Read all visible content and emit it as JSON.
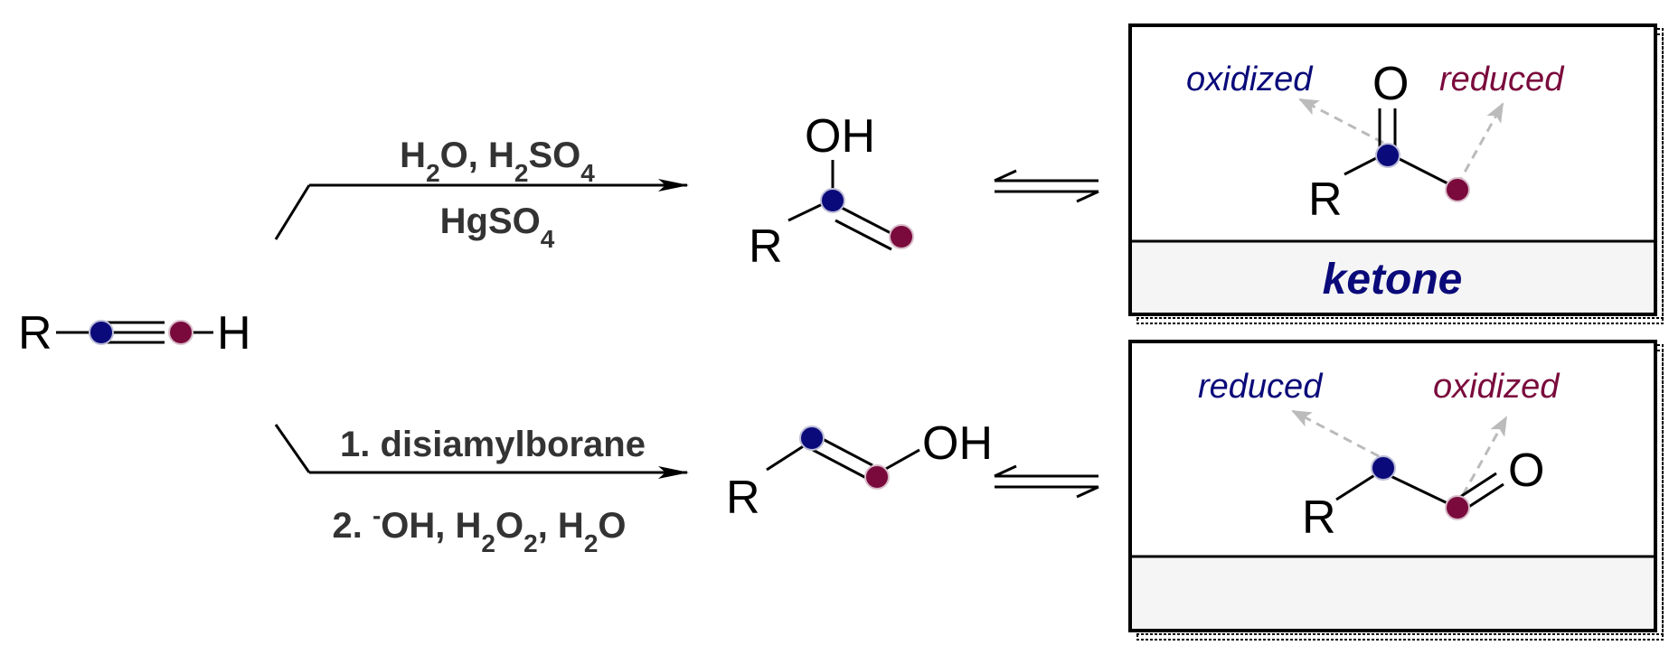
{
  "colors": {
    "atom_blue": "#0a0a7a",
    "atom_maroon": "#7a0a3c",
    "hint_arrow": "#bbbbbb",
    "box_footer_bg": "#f5f5f5",
    "reagent_text": "#333333"
  },
  "starting_material": {
    "r_label": "R",
    "h_label": "H"
  },
  "top_route": {
    "reagent_line1": {
      "a": "H",
      "a_sub": "2",
      "b": "O, H",
      "b_sub": "2",
      "c": "SO",
      "c_sub": "4"
    },
    "reagent_line2": {
      "a": "HgSO",
      "a_sub": "4"
    },
    "enol": {
      "oh_label": "OH",
      "r_label": "R"
    },
    "product_box": {
      "o_label": "O",
      "r_label": "R",
      "left_label": "oxidized",
      "right_label": "reduced",
      "class_label": "ketone"
    }
  },
  "bottom_route": {
    "reagent_line1": "1. disiamylborane",
    "reagent_line2": {
      "prefix": "2. ",
      "sup": "-",
      "a": "OH, H",
      "a_sub": "2",
      "b": "O",
      "b_sub": "2",
      "c": ", H",
      "c_sub": "2",
      "d": "O"
    },
    "enol": {
      "oh_label": "OH",
      "r_label": "R"
    },
    "product_box": {
      "o_label": "O",
      "r_label": "R",
      "left_label": "reduced",
      "right_label": "oxidized",
      "class_label": ""
    }
  }
}
